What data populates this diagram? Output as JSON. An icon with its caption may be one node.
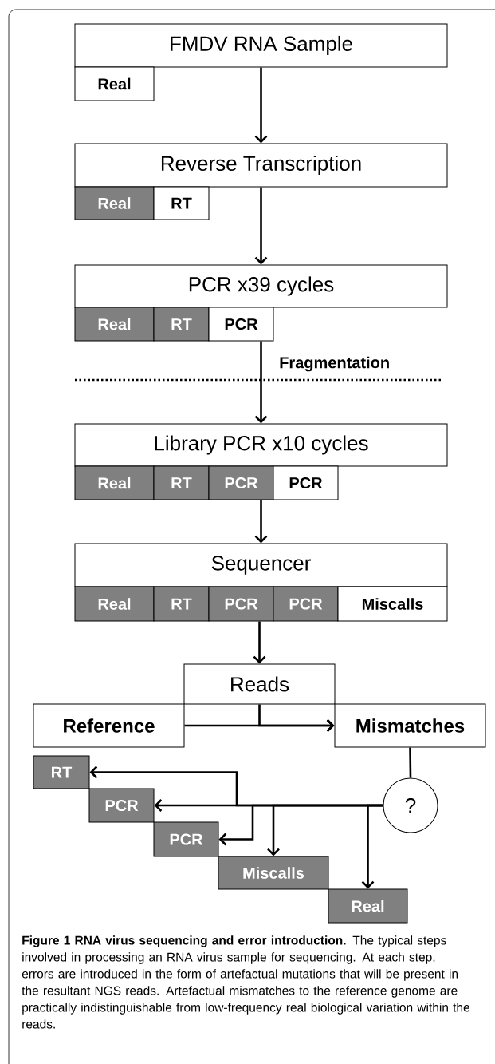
{
  "diagram": {
    "caption": "**Figure 1 RNA virus sequencing and error introduction.** The typical steps involved in processing an RNA virus sample for sequencing. At each step, errors are introduced in the form of artefactual mutations that will be present in the resultant NGS reads. Artefactual mismatches to the reference genome are practically indistinguishable from low-frequency real biological variation within the reads.",
    "nodes": [
      {
        "text": [
          "FMDV RNA Sample"
        ]
      },
      {
        "text": [
          "Real"
        ]
      },
      {
        "text": [
          "Reverse Transcription"
        ]
      },
      {
        "text": [
          "Real"
        ]
      },
      {
        "text": [
          "RT"
        ]
      },
      {
        "text": [
          "PCR x39 cycles"
        ]
      },
      {
        "text": [
          "Real"
        ]
      },
      {
        "text": [
          "RT"
        ]
      },
      {
        "text": [
          "PCR"
        ]
      },
      {
        "text": [
          "Library PCR x10 cycles"
        ]
      },
      {
        "text": [
          "Real"
        ]
      },
      {
        "text": [
          "RT"
        ]
      },
      {
        "text": [
          "PCR"
        ]
      },
      {
        "text": [
          "PCR"
        ]
      },
      {
        "text": [
          "Sequencer"
        ]
      },
      {
        "text": [
          "Real"
        ]
      },
      {
        "text": [
          "RT"
        ]
      },
      {
        "text": [
          "PCR"
        ]
      },
      {
        "text": [
          "PCR"
        ]
      },
      {
        "text": [
          "Miscalls"
        ]
      },
      {
        "text": [
          "Reads"
        ]
      },
      {
        "text": [
          "Reference"
        ]
      },
      {
        "text": [
          "Mismatches"
        ]
      },
      {
        "text": [
          "?"
        ]
      },
      {
        "text": [
          "RT"
        ]
      },
      {
        "text": [
          "PCR"
        ]
      },
      {
        "text": [
          "PCR"
        ]
      },
      {
        "text": [
          "Miscalls"
        ]
      },
      {
        "text": [
          "Real"
        ]
      }
    ],
    "edges": [
      {
        "from": 0,
        "to": 2,
        "arrow": "to"
      },
      {
        "from": 2,
        "to": 5,
        "arrow": "to"
      },
      {
        "from": 8,
        "to": 9,
        "arrow": "to"
      },
      {
        "from": 12,
        "to": 14,
        "arrow": "to"
      },
      {
        "from": 17,
        "to": 20,
        "arrow": "to"
      },
      {
        "from": 20,
        "to": 22,
        "arrow": "to"
      },
      {
        "from": 21,
        "to": 22,
        "arrow": "to"
      },
      {
        "from": 22,
        "to": 23,
        "arrow": "none"
      },
      {
        "from": 23,
        "to": 24,
        "arrow": "to"
      },
      {
        "from": 23,
        "to": 25,
        "arrow": "to"
      },
      {
        "from": 23,
        "to": 26,
        "arrow": "to"
      },
      {
        "from": 23,
        "to": 27,
        "arrow": "to"
      },
      {
        "from": 23,
        "to": 28,
        "arrow": "to"
      }
    ],
    "labels": [
      "Fragmentation"
    ]
  }
}
